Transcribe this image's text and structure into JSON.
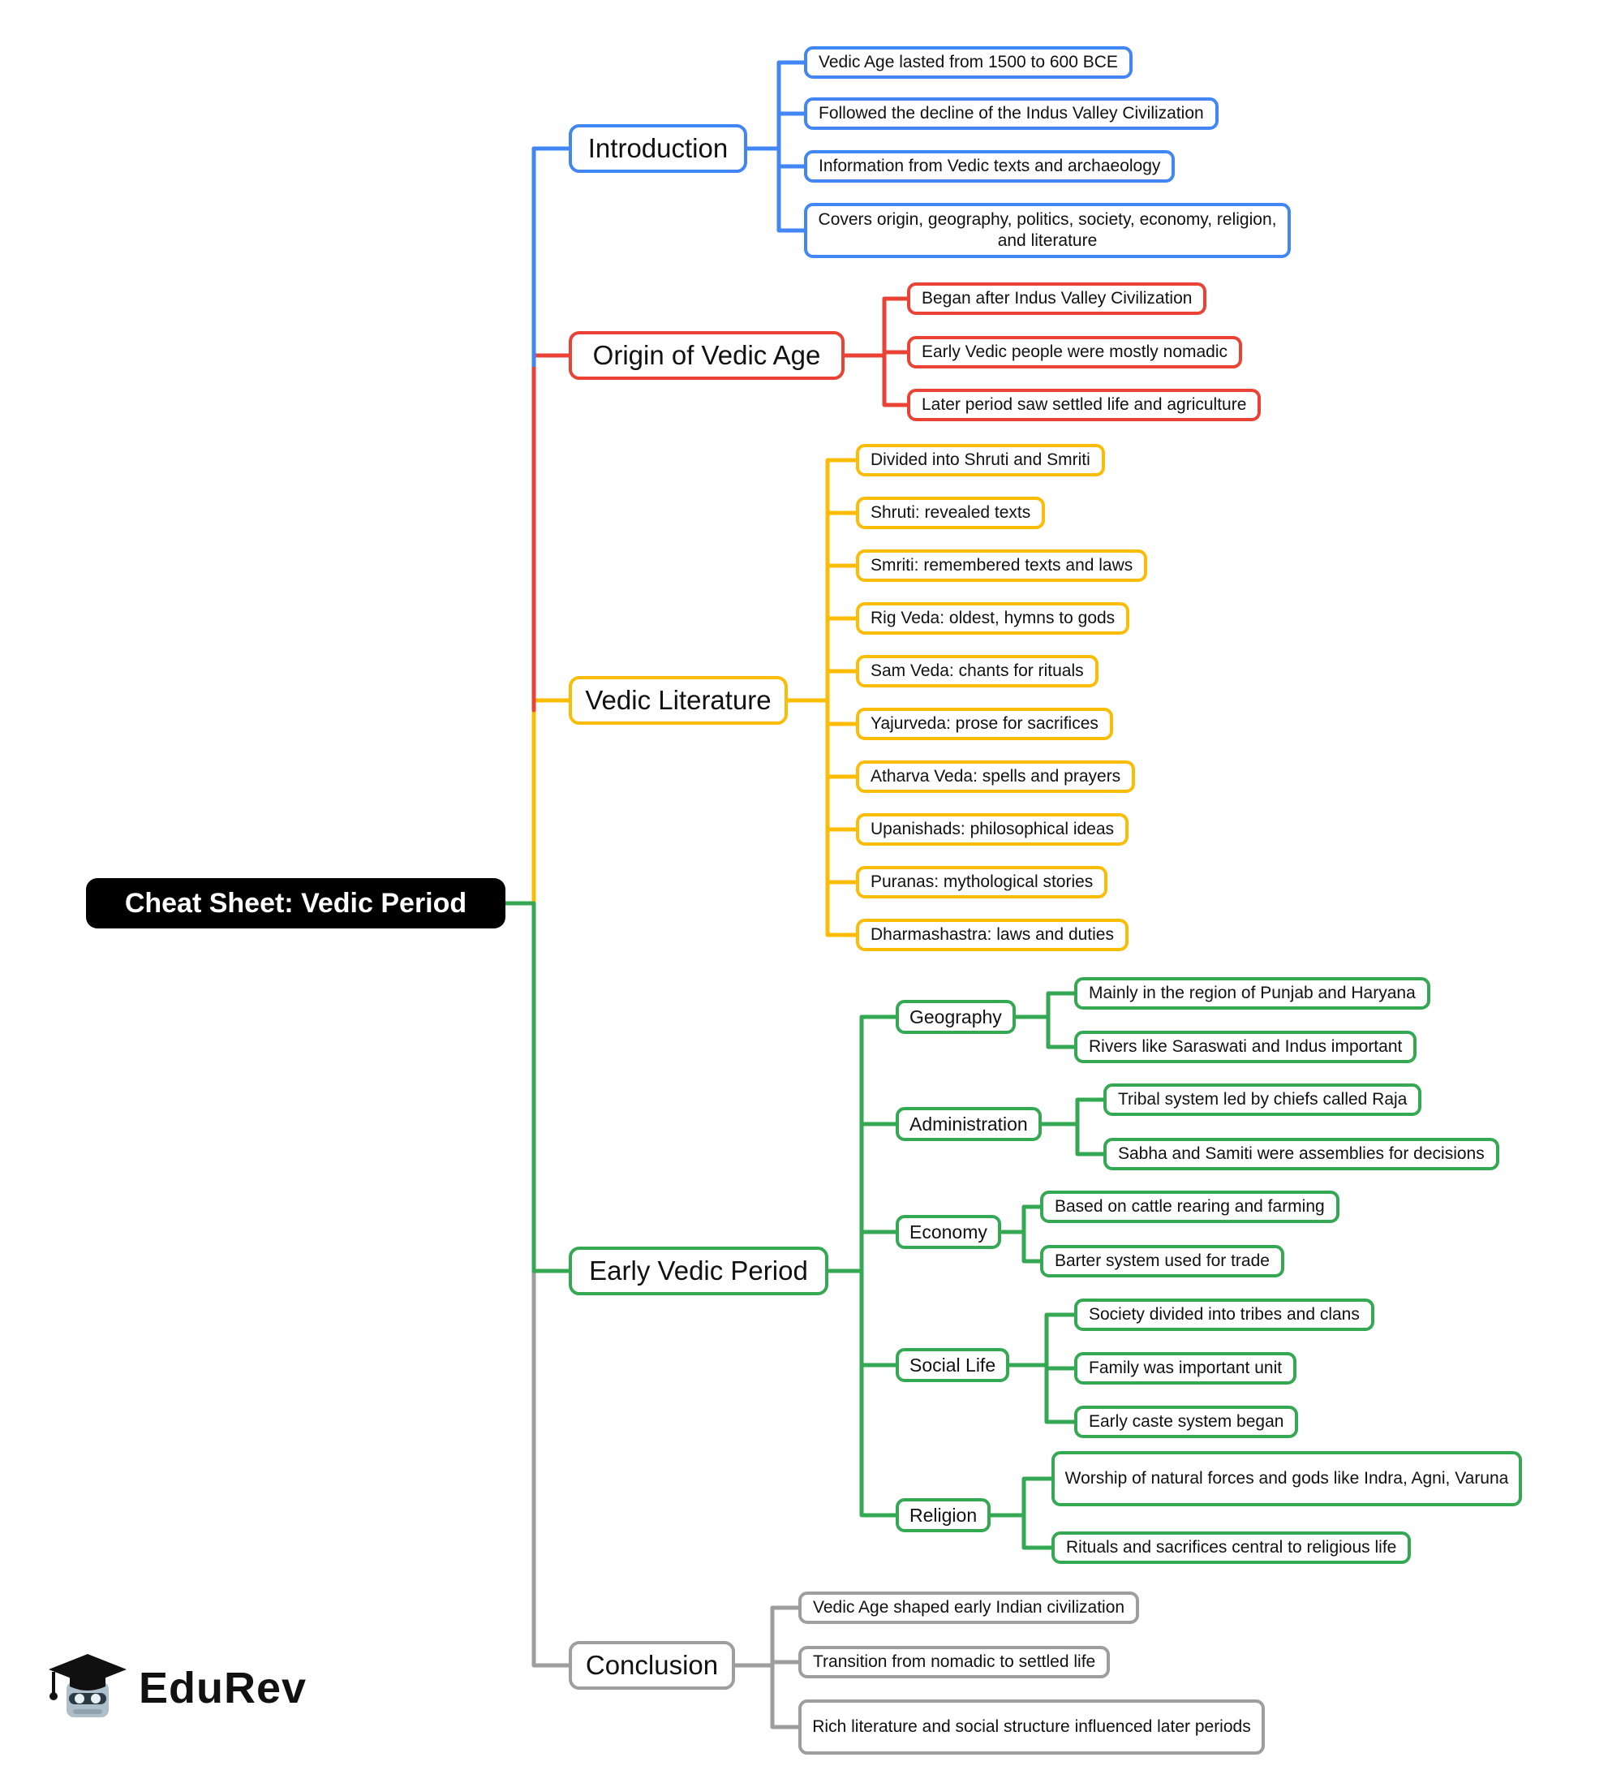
{
  "root": {
    "label": "Cheat Sheet: Vedic Period",
    "bg": "#000000",
    "text_color": "#ffffff"
  },
  "colors": {
    "blue": "#4285f4",
    "red": "#ea4335",
    "yellow": "#fbbc05",
    "green": "#34a853",
    "gray": "#9e9e9e"
  },
  "branches": [
    {
      "label": "Introduction",
      "children": [
        "Vedic Age lasted from 1500 to 600 BCE",
        "Followed the decline of the Indus Valley Civilization",
        "Information from Vedic texts and archaeology",
        "Covers origin, geography, politics, society, economy, religion, and literature"
      ]
    },
    {
      "label": "Origin of Vedic Age",
      "children": [
        "Began after Indus Valley Civilization",
        "Early Vedic people were mostly nomadic",
        "Later period saw settled life and agriculture"
      ]
    },
    {
      "label": "Vedic Literature",
      "children": [
        "Divided into Shruti and Smriti",
        "Shruti: revealed texts",
        "Smriti: remembered texts and laws",
        "Rig Veda: oldest, hymns to gods",
        "Sam Veda: chants for rituals",
        "Yajurveda: prose for sacrifices",
        "Atharva Veda: spells and prayers",
        "Upanishads: philosophical ideas",
        "Puranas: mythological stories",
        "Dharmashastra: laws and duties"
      ]
    },
    {
      "label": "Early Vedic Period",
      "groups": [
        {
          "label": "Geography",
          "children": [
            "Mainly in the region of Punjab and Haryana",
            "Rivers like Saraswati and Indus important"
          ]
        },
        {
          "label": "Administration",
          "children": [
            "Tribal system led by chiefs called Raja",
            "Sabha and Samiti were assemblies for decisions"
          ]
        },
        {
          "label": "Economy",
          "children": [
            "Based on cattle rearing and farming",
            "Barter system used for trade"
          ]
        },
        {
          "label": "Social Life",
          "children": [
            "Society divided into tribes and clans",
            "Family was important unit",
            "Early caste system began"
          ]
        },
        {
          "label": "Religion",
          "children": [
            "Worship of natural forces and gods like Indra, Agni, Varuna",
            "Rituals and sacrifices central to religious life"
          ]
        }
      ]
    },
    {
      "label": "Conclusion",
      "children": [
        "Vedic Age shaped early Indian civilization",
        "Transition from nomadic to settled life",
        "Rich literature and social structure influenced later periods"
      ]
    }
  ],
  "logo": {
    "brand": "EduRev"
  }
}
